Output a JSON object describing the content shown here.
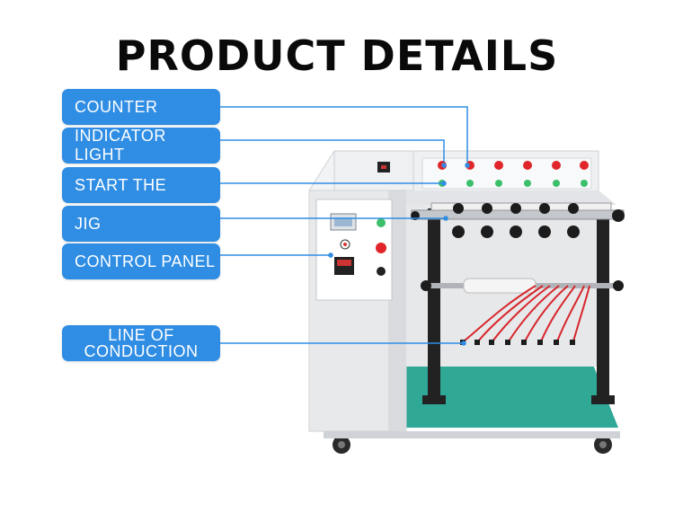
{
  "title": "PRODUCT DETAILS",
  "labels": [
    {
      "id": "counter",
      "text": "COUNTER"
    },
    {
      "id": "indicator-light",
      "text": "INDICATOR LIGHT"
    },
    {
      "id": "start",
      "text": "START THE"
    },
    {
      "id": "jig",
      "text": "JIG"
    },
    {
      "id": "control-panel",
      "text": "CONTROL PANEL"
    },
    {
      "id": "line-of-conduction",
      "line1": "LINE OF",
      "line2": "CONDUCTION"
    }
  ],
  "colors": {
    "label_bg": "#2f8de4",
    "leader_line": "#2f8de4",
    "machine_body": "#e9eaec",
    "base_plate": "#2fa896",
    "indicator_red": "#e0262a",
    "button_green": "#3bbf6a",
    "wire_red": "#d8262b"
  }
}
